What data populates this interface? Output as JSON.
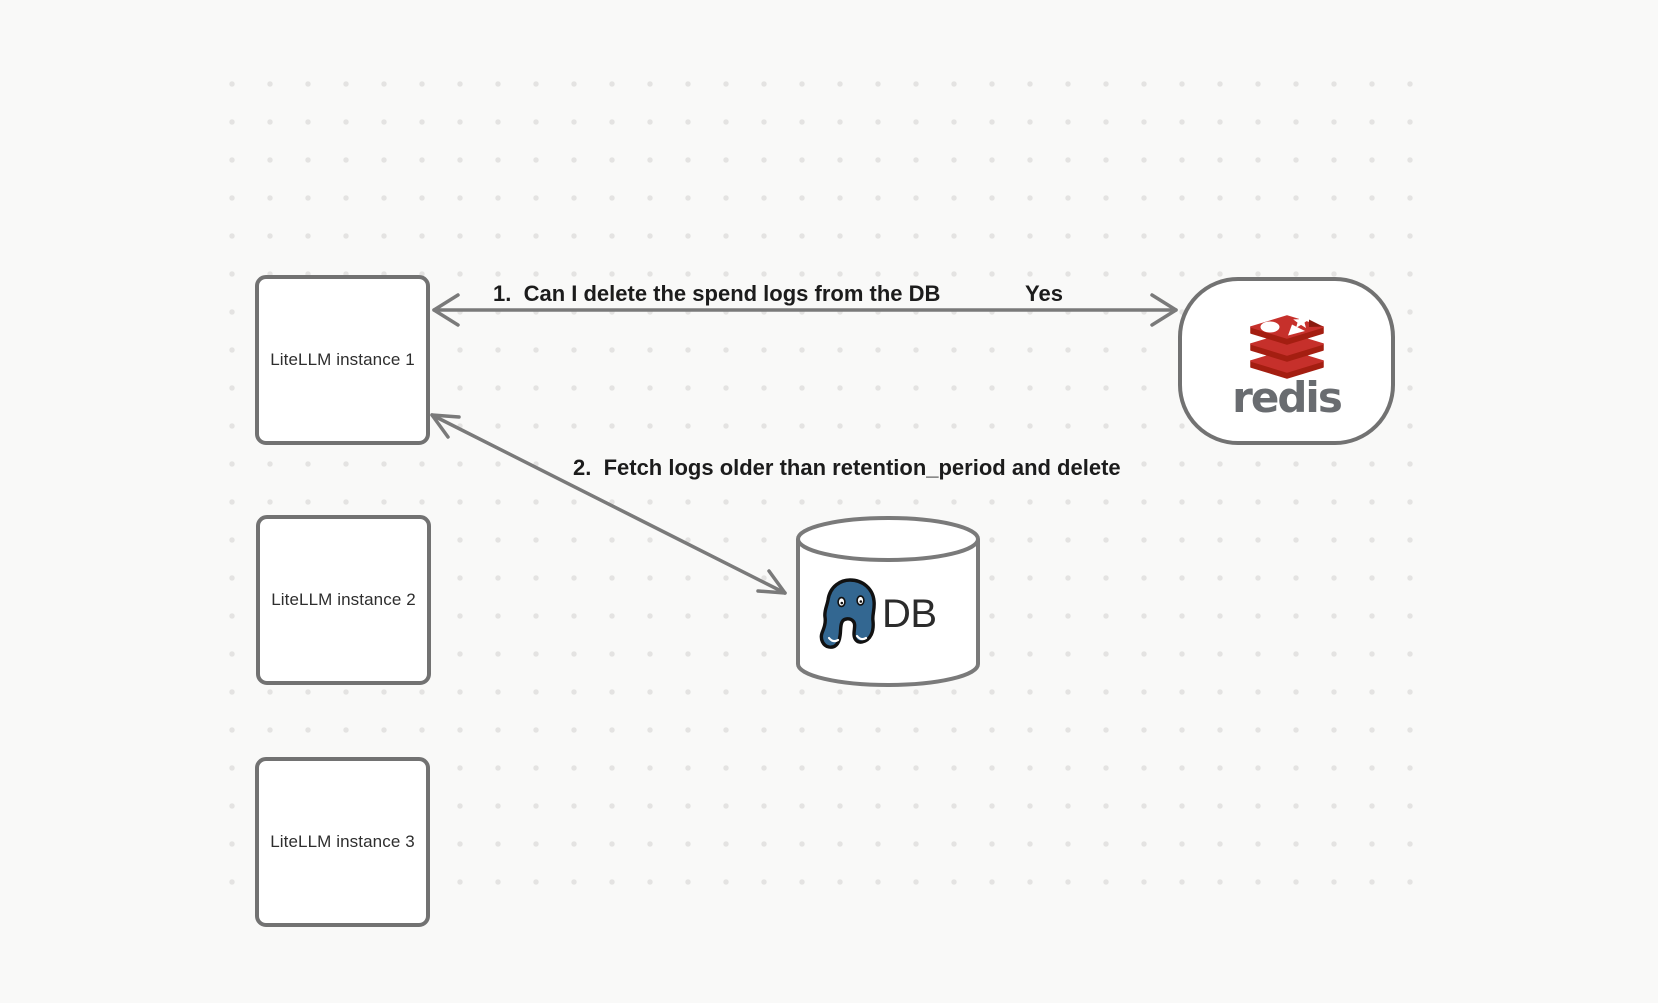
{
  "canvas": {
    "background_color": "#f9f9f8",
    "dot_color": "#e4e3e2",
    "shape_stroke_color": "#727272",
    "arrow_color": "#7a7a7a"
  },
  "nodes": {
    "instance1": {
      "label": "LiteLLM instance 1"
    },
    "instance2": {
      "label": "LiteLLM instance 2"
    },
    "instance3": {
      "label": "LiteLLM instance 3"
    },
    "redis": {
      "brand": "redis"
    },
    "db": {
      "label": "DB"
    }
  },
  "edges": {
    "edge1": {
      "label": "1.  Can I delete the spend logs from the DB",
      "response": "Yes",
      "from": "redis",
      "to": "instance1",
      "style": "double-headed-arrow"
    },
    "edge2": {
      "label": "2.  Fetch logs older than retention_period and delete",
      "from": "instance1",
      "to": "db",
      "style": "double-headed-arrow"
    }
  },
  "icons": {
    "redis-logo-icon": "three stacked red discs with white ellipse, star and triangle",
    "postgresql-elephant-icon": "blue elephant head with black outline",
    "database-cylinder-icon": "gray outlined white cylinder"
  },
  "brand_colors": {
    "redis_red": "#c6302b",
    "redis_dark_red": "#a41e11",
    "redis_text_gray": "#696c70",
    "postgres_blue": "#336791"
  }
}
